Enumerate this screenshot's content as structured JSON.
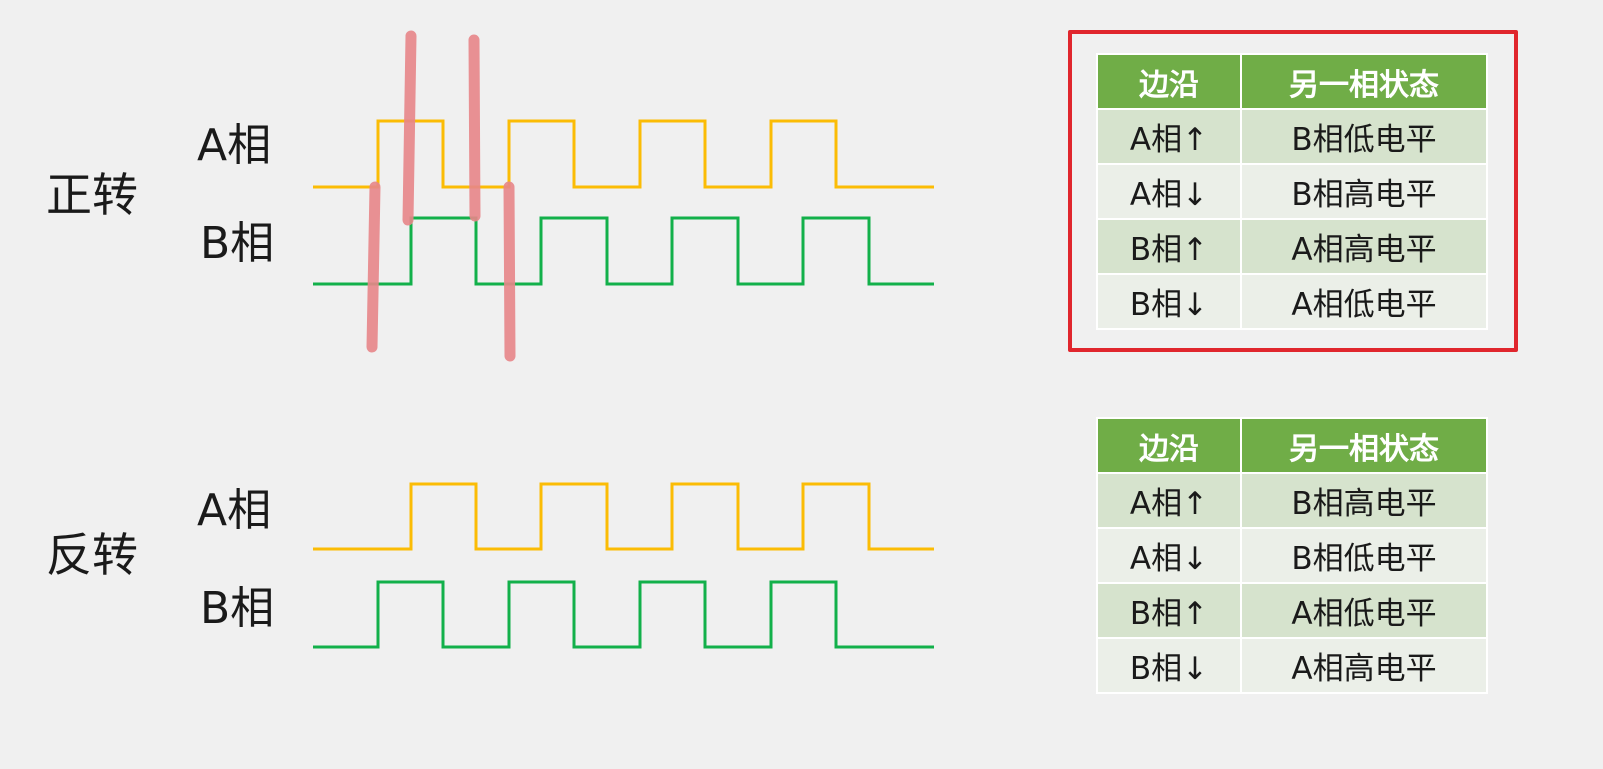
{
  "forward": {
    "direction_label": "正转",
    "phase_a_label": "A相",
    "phase_b_label": "B相",
    "table": {
      "headers": [
        "边沿",
        "另一相状态"
      ],
      "rows": [
        [
          "A相↑",
          "B相低电平"
        ],
        [
          "A相↓",
          "B相高电平"
        ],
        [
          "B相↑",
          "A相高电平"
        ],
        [
          "B相↓",
          "A相低电平"
        ]
      ]
    }
  },
  "reverse": {
    "direction_label": "反转",
    "phase_a_label": "A相",
    "phase_b_label": "B相",
    "table": {
      "headers": [
        "边沿",
        "另一相状态"
      ],
      "rows": [
        [
          "A相↑",
          "B相高电平"
        ],
        [
          "A相↓",
          "B相低电平"
        ],
        [
          "B相↑",
          "A相低电平"
        ],
        [
          "B相↓",
          "A相高电平"
        ]
      ]
    }
  },
  "colors": {
    "phase_a": "#fbbc05",
    "phase_b": "#12b04a",
    "edge_marker": "#e8868a",
    "highlight": "#e0262d",
    "table_header": "#70ad47"
  }
}
